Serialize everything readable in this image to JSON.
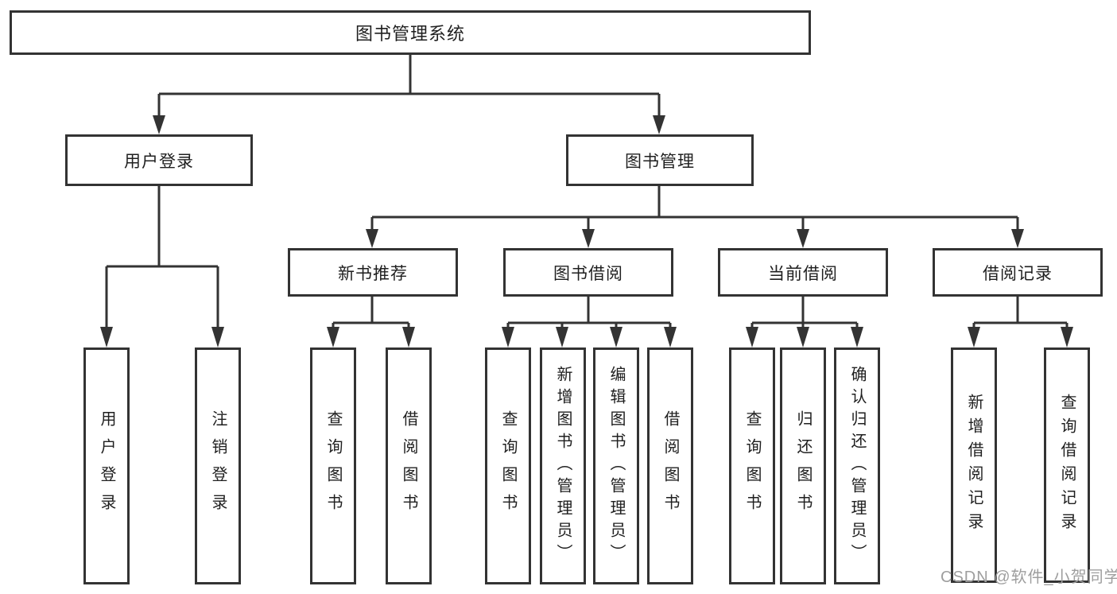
{
  "tree": {
    "label": "图书管理系统",
    "children": [
      {
        "label": "用户登录",
        "children": [
          {
            "label": "用户登录"
          },
          {
            "label": "注销登录"
          }
        ]
      },
      {
        "label": "图书管理",
        "children": [
          {
            "label": "新书推荐",
            "children": [
              {
                "label": "查询图书"
              },
              {
                "label": "借阅图书"
              }
            ]
          },
          {
            "label": "图书借阅",
            "children": [
              {
                "label": "查询图书"
              },
              {
                "label": "新增图书（管理员）"
              },
              {
                "label": "编辑图书（管理员）"
              },
              {
                "label": "借阅图书"
              }
            ]
          },
          {
            "label": "当前借阅",
            "children": [
              {
                "label": "查询图书"
              },
              {
                "label": "归还图书"
              },
              {
                "label": "确认归还（管理员）"
              }
            ]
          },
          {
            "label": "借阅记录",
            "children": [
              {
                "label": "新增借阅记录"
              },
              {
                "label": "查询借阅记录"
              }
            ]
          }
        ]
      }
    ]
  },
  "watermark": "CSDN @软件_小贺同学",
  "colors": {
    "line": "#333333",
    "box_border": "#333333",
    "text": "#1f1f1f",
    "background": "#ffffff",
    "watermark": "#9e9e9e"
  }
}
